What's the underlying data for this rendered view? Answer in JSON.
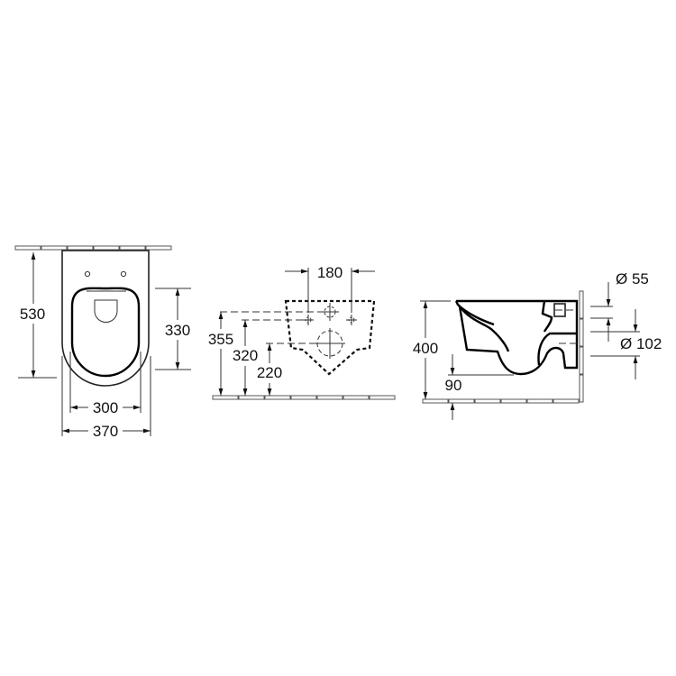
{
  "drawing": {
    "subject": "Wall-hung toilet dimension drawing",
    "line_color": "#000000",
    "background": "#ffffff",
    "views": {
      "top_view": {
        "dimensions": {
          "depth": "530",
          "seat_depth": "330",
          "inner_width": "300",
          "outer_width": "370"
        }
      },
      "front_view": {
        "dimensions": {
          "fixing_spacing": "180",
          "height_355": "355",
          "height_320": "320",
          "height_220": "220"
        }
      },
      "side_view": {
        "dimensions": {
          "rim_height": "400",
          "bottom_clearance": "90",
          "inlet_diameter": "Ø 55",
          "outlet_diameter": "Ø 102"
        }
      }
    }
  }
}
